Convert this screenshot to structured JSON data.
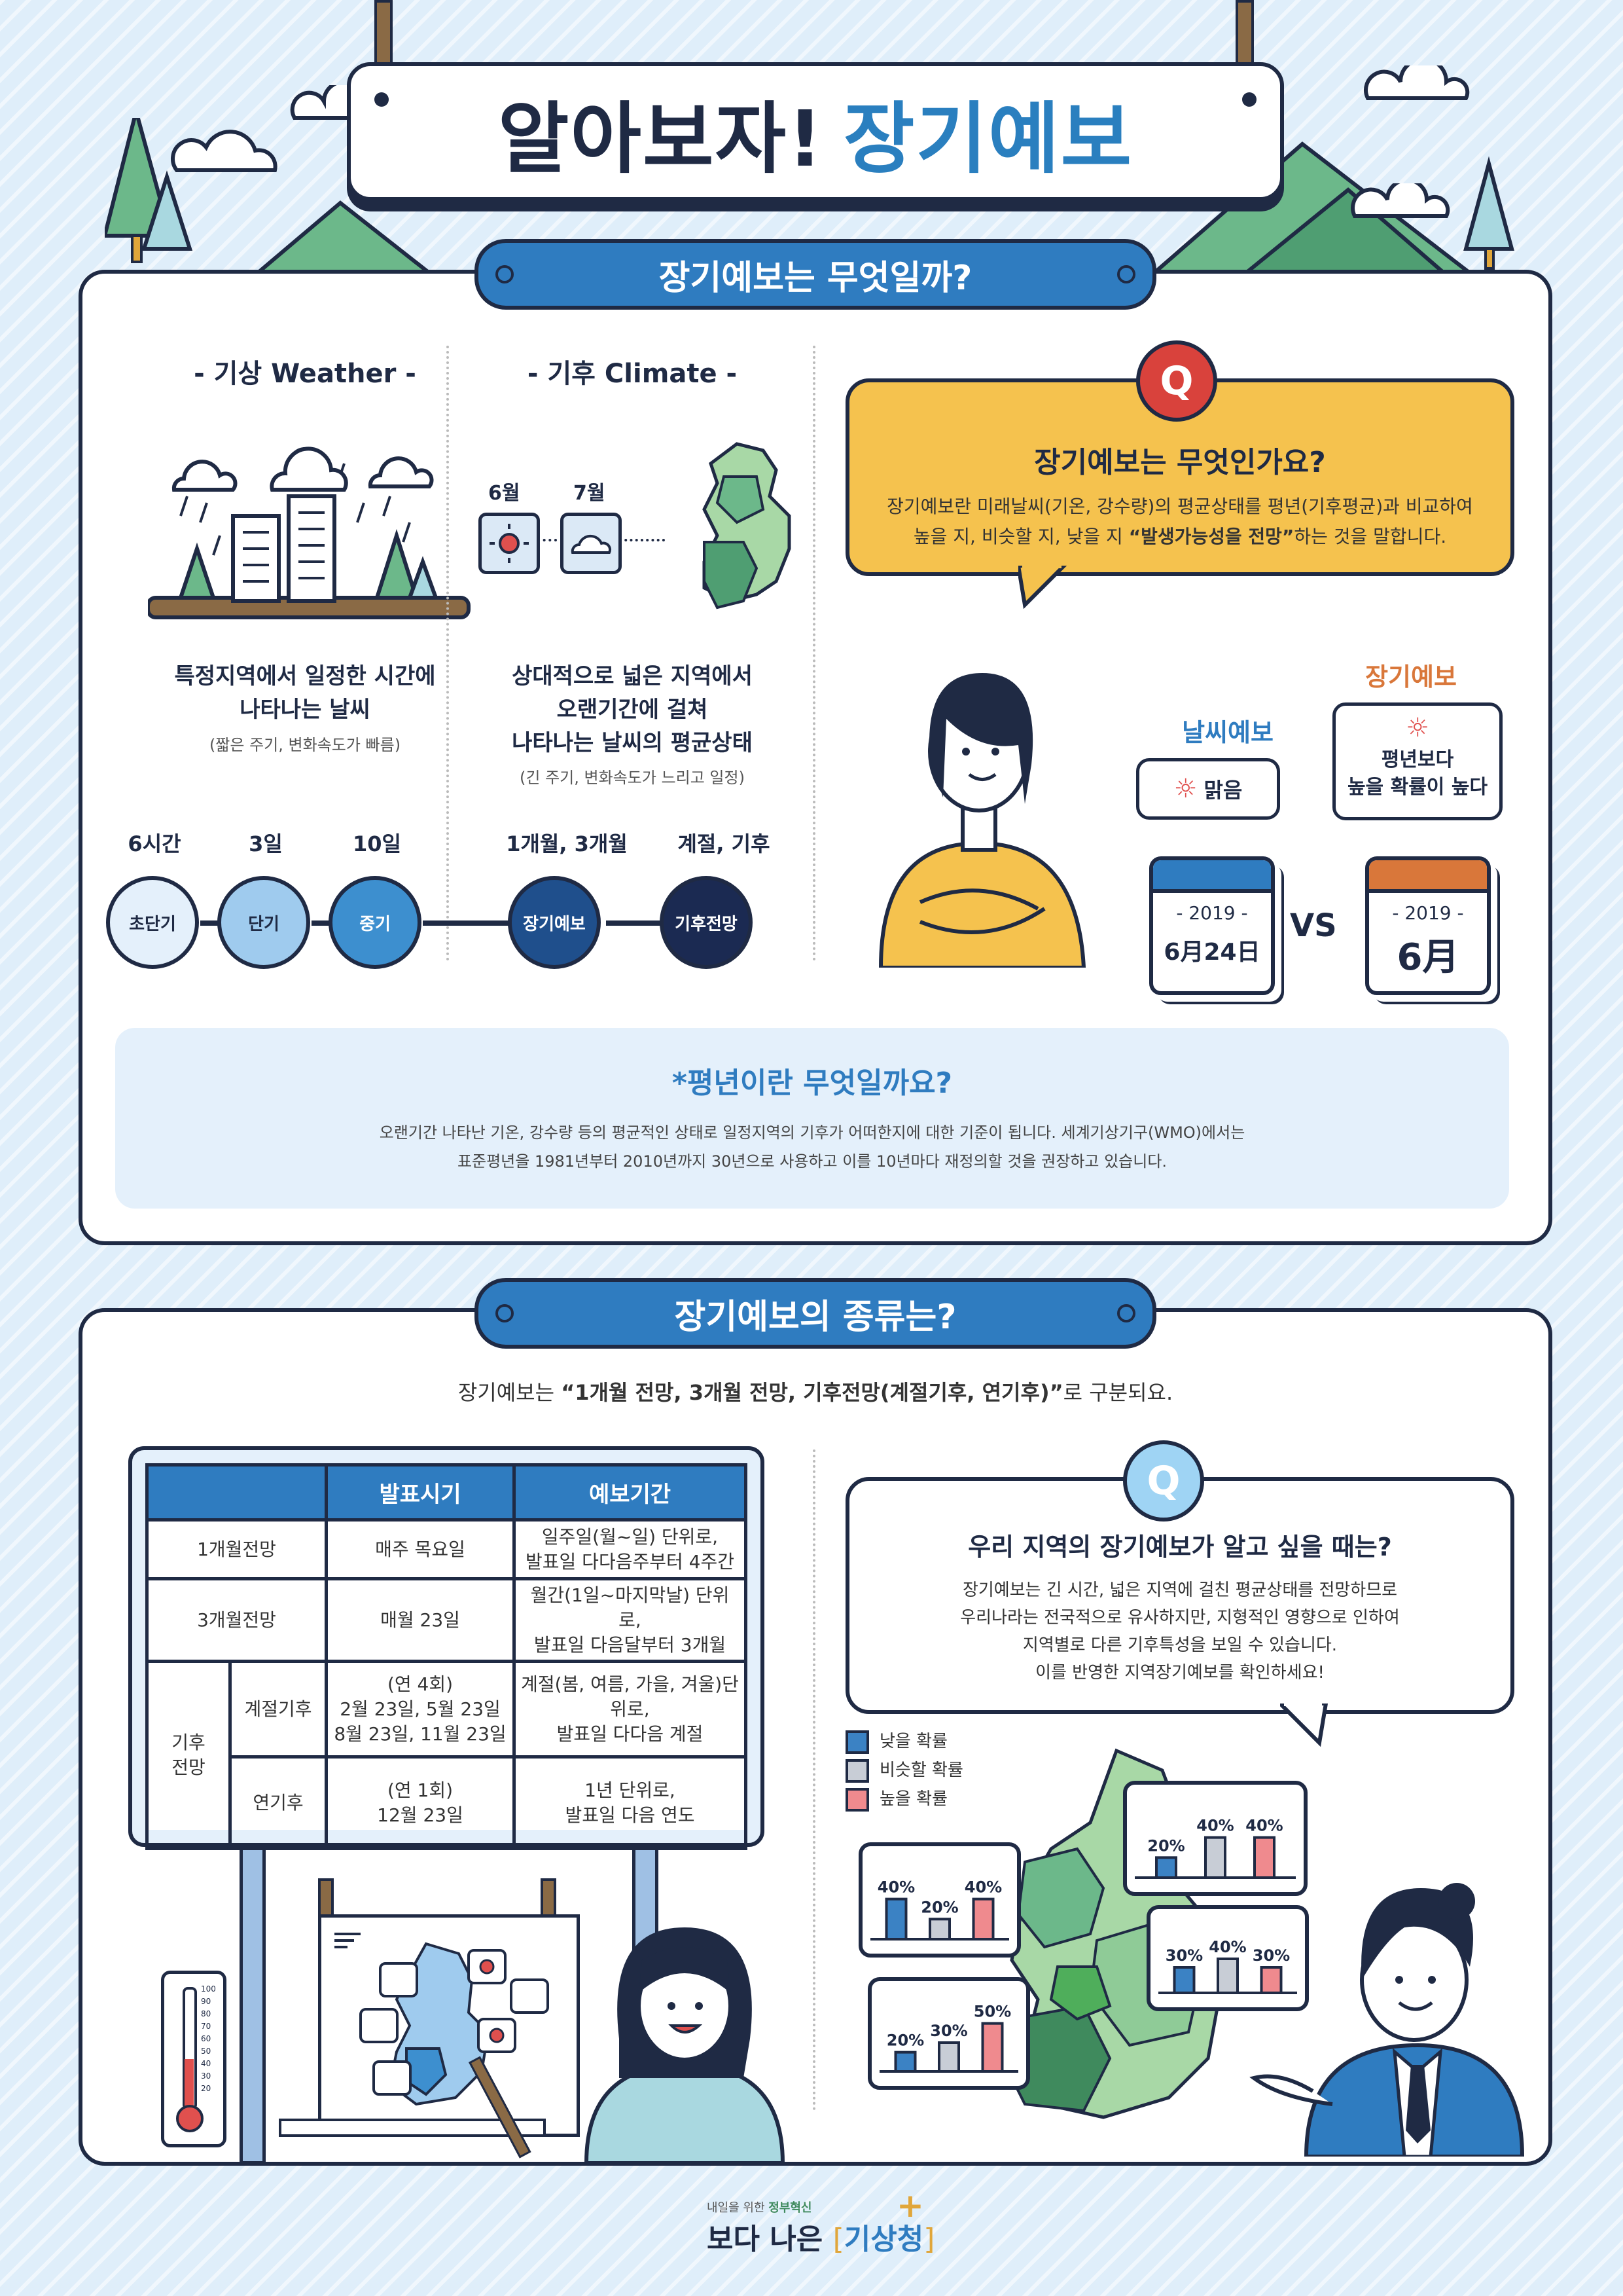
{
  "header": {
    "title_dark": "알아보자!",
    "title_blue": "장기예보"
  },
  "section1": {
    "pill": "장기예보는 무엇일까?",
    "weather_heading": "- 기상 Weather -",
    "weather_desc_1": "특정지역에서 일정한 시간에",
    "weather_desc_2": "나타나는 날씨",
    "weather_note": "(짧은 주기, 변화속도가 빠름)",
    "climate_heading": "- 기후 Climate -",
    "month_june": "6월",
    "month_july": "7월",
    "climate_desc_1": "상대적으로 넓은 지역에서",
    "climate_desc_2": "오랜기간에 걸쳐",
    "climate_desc_3": "나타나는 날씨의 평균상태",
    "climate_note": "(긴 주기, 변화속도가 느리고 일정)",
    "timeline": {
      "periods": [
        "6시간",
        "3일",
        "10일",
        "1개월, 3개월",
        "계절, 기후"
      ],
      "stages": [
        "초단기",
        "단기",
        "중기",
        "장기예보",
        "기후전망"
      ],
      "colors": [
        "#e4f0fb",
        "#9fcbee",
        "#3d8fcf",
        "#1f4f8c",
        "#1b2a52"
      ]
    },
    "q_badge": "Q",
    "q_title": "장기예보는 무엇인가요?",
    "q_text_1": "장기예보란 미래날씨(기온, 강수량)의 평균상태를 평년(기후평균)과 비교하여",
    "q_text_2a": "높을 지, 비슷할 지, 낮을 지 ",
    "q_text_2b": "“발생가능성을 전망”",
    "q_text_2c": "하는 것을 말합니다.",
    "weather_forecast_label": "날씨예보",
    "weather_forecast_value": "맑음",
    "long_forecast_label": "장기예보",
    "long_forecast_value_1": "평년보다",
    "long_forecast_value_2": "높을 확률이 높다",
    "cal_left_year": "- 2019 -",
    "cal_left_date": "6月24日",
    "cal_right_year": "- 2019 -",
    "cal_right_date": "6月",
    "vs": "VS",
    "normal_title": "*평년이란 무엇일까요?",
    "normal_text_1": "오랜기간 나타난 기온, 강수량 등의 평균적인 상태로 일정지역의 기후가 어떠한지에 대한 기준이 됩니다.  세계기상기구(WMO)에서는",
    "normal_text_2": "표준평년을 1981년부터 2010년까지 30년으로 사용하고 이를 10년마다 재정의할 것을 권장하고 있습니다."
  },
  "section2": {
    "pill": "장기예보의 종류는?",
    "intro_a": "장기예보는 ",
    "intro_b": "“1개월 전망, 3개월 전망, 기후전망(계절기후, 연기후)”",
    "intro_c": "로 구분되요.",
    "table": {
      "col1": "발표시기",
      "col2": "예보기간",
      "r1_name": "1개월전망",
      "r1_time": "매주 목요일",
      "r1_period_1": "일주일(월~일) 단위로,",
      "r1_period_2": "발표일 다다음주부터 4주간",
      "r2_name": "3개월전망",
      "r2_time": "매월 23일",
      "r2_period_1": "월간(1일~마지막날) 단위로,",
      "r2_period_2": "발표일 다음달부터 3개월",
      "group": "기후\n전망",
      "r3_name": "계절기후",
      "r3_time_1": "(연 4회)",
      "r3_time_2": "2월 23일, 5월 23일",
      "r3_time_3": "8월 23일, 11월 23일",
      "r3_period_1": "계절(봄, 여름, 가을, 겨울)단위로,",
      "r3_period_2": "발표일 다다음 계절",
      "r4_name": "연기후",
      "r4_time_1": "(연 1회)",
      "r4_time_2": "12월 23일",
      "r4_period_1": "1년 단위로,",
      "r4_period_2": "발표일 다음 연도"
    },
    "q_badge": "Q",
    "q_title": "우리 지역의 장기예보가 알고 싶을 때는?",
    "q_text_1": "장기예보는 긴 시간, 넓은 지역에 걸친 평균상태를 전망하므로",
    "q_text_2": "우리나라는 전국적으로 유사하지만, 지형적인 영향으로 인하여",
    "q_text_3": "지역별로 다른 기후특성을 보일 수 있습니다.",
    "q_text_4": "이를 반영한 지역장기예보를 확인하세요!",
    "legend": [
      {
        "label": "낮을 확률",
        "color": "#3b82c4"
      },
      {
        "label": "비슷할 확률",
        "color": "#c8cdd6"
      },
      {
        "label": "높을 확률",
        "color": "#ef8a8e"
      }
    ],
    "thermo_ticks": [
      "100",
      "90",
      "80",
      "70",
      "60",
      "50",
      "40",
      "30",
      "20"
    ]
  },
  "chart_data": [
    {
      "type": "bar",
      "categories": [
        "낮을 확률",
        "비슷할 확률",
        "높을 확률"
      ],
      "values": [
        20,
        40,
        40
      ],
      "labels": [
        "20%",
        "40%",
        "40%"
      ]
    },
    {
      "type": "bar",
      "categories": [
        "낮을 확률",
        "비슷할 확률",
        "높을 확률"
      ],
      "values": [
        40,
        20,
        40
      ],
      "labels": [
        "40%",
        "20%",
        "40%"
      ]
    },
    {
      "type": "bar",
      "categories": [
        "낮을 확률",
        "비슷할 확률",
        "높을 확률"
      ],
      "values": [
        30,
        40,
        30
      ],
      "labels": [
        "30%",
        "40%",
        "30%"
      ]
    },
    {
      "type": "bar",
      "categories": [
        "낮을 확률",
        "비슷할 확률",
        "높을 확률"
      ],
      "values": [
        20,
        30,
        50
      ],
      "labels": [
        "20%",
        "30%",
        "50%"
      ]
    }
  ],
  "footer": {
    "tagline_a": "내일을 위한 ",
    "tagline_b": "정부혁신",
    "logo_a": "보다 나은",
    "logo_b": "기상청"
  }
}
